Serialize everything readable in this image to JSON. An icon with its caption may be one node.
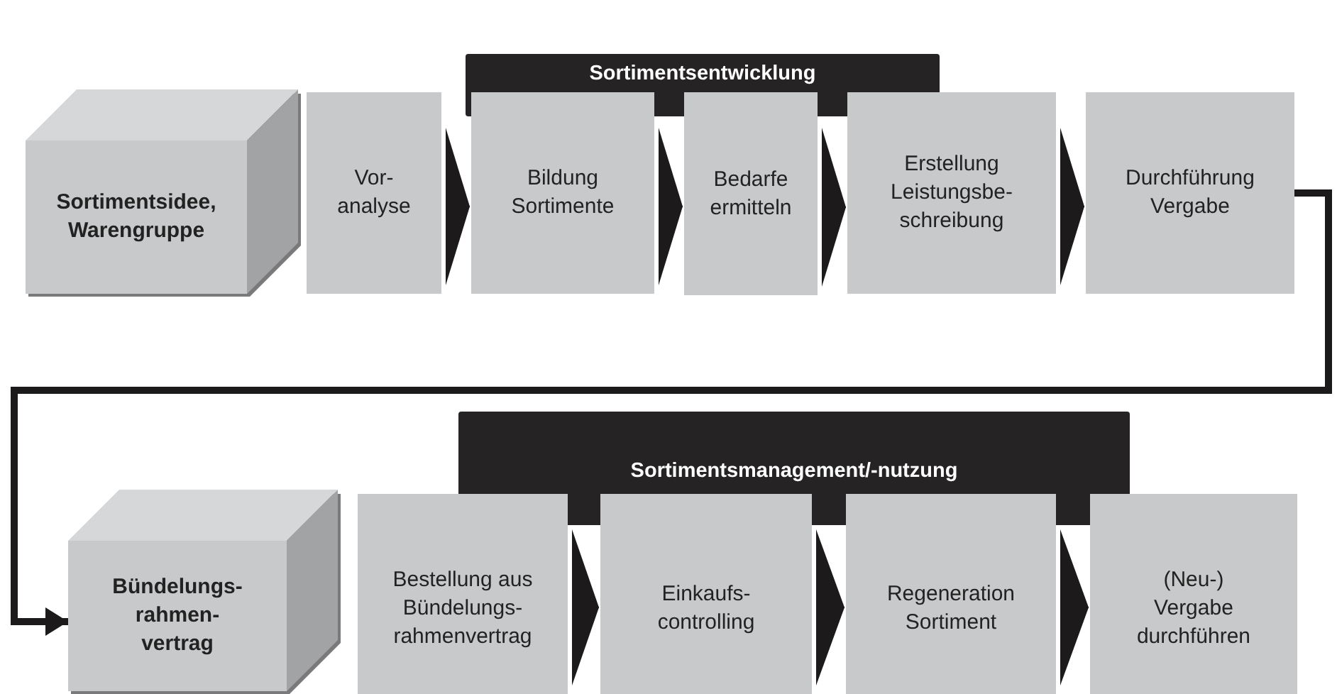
{
  "diagram": {
    "nodes": [
      {
        "text": [
          "Sortimentsidee, Warengruppe"
        ]
      },
      {
        "text": [
          "Sortimentsentwicklung"
        ]
      },
      {
        "text": [
          "Vor- analyse"
        ]
      },
      {
        "text": [
          "Bildung Sortimente"
        ]
      },
      {
        "text": [
          "Bedarfe ermitteln"
        ]
      },
      {
        "text": [
          "Erstellung Leistungsbe- schreibung"
        ]
      },
      {
        "text": [
          "Durchführung Vergabe"
        ]
      },
      {
        "text": [
          "Bündelungs- rahmen- vertrag"
        ]
      },
      {
        "text": [
          "Sortimentsmanagement/-nutzung"
        ]
      },
      {
        "text": [
          "Bestellung aus Bündelungs- rahmenvertrag"
        ]
      },
      {
        "text": [
          "Einkaufs- controlling"
        ]
      },
      {
        "text": [
          "Regeneration Sortiment"
        ]
      },
      {
        "text": [
          "(Neu-) Vergabe durchführen"
        ]
      }
    ],
    "edges": [
      {
        "from": 2,
        "to": 3,
        "arrow": "to"
      },
      {
        "from": 3,
        "to": 4,
        "arrow": "to"
      },
      {
        "from": 4,
        "to": 5,
        "arrow": "to"
      },
      {
        "from": 5,
        "to": 6,
        "arrow": "to"
      },
      {
        "from": 6,
        "to": 7,
        "arrow": "to",
        "style": "thick"
      },
      {
        "from": 9,
        "to": 10,
        "arrow": "to"
      },
      {
        "from": 10,
        "to": 11,
        "arrow": "to"
      },
      {
        "from": 11,
        "to": 12,
        "arrow": "to"
      }
    ]
  }
}
